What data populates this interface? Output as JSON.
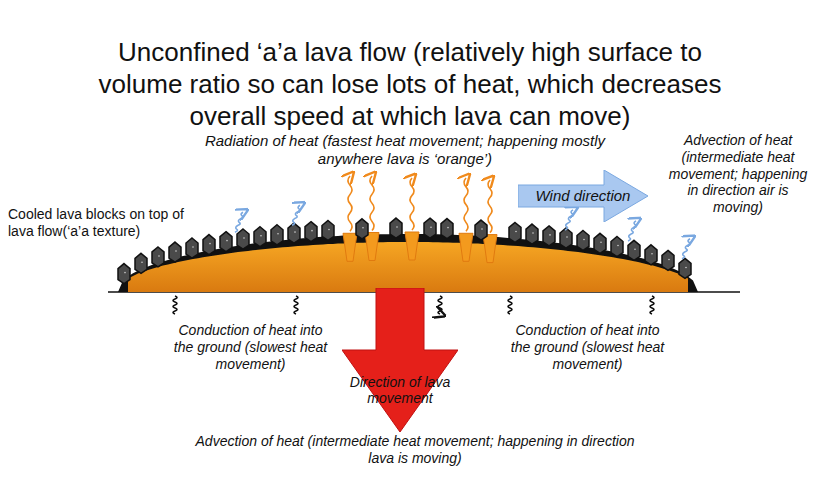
{
  "diagram": {
    "title": "Unconfined ‘a’a lava flow (relatively high surface to volume ratio so can lose lots of heat, which decreases overall speed at which lava can move)",
    "nodes": [
      {
        "text": [
          "Wind direction"
        ]
      },
      {
        "text": [
          "Direction of lava movement"
        ]
      }
    ],
    "labels": [
      "Radiation of heat (fastest heat movement; happening mostly anywhere lava is ‘orange’)",
      "Advection of heat (intermediate heat movement; happening in direction air is moving)",
      "Cooled lava blocks on top of lava flow(‘a’a texture)",
      "Conduction of heat into the ground (slowest heat movement)",
      "Conduction of heat into the ground (slowest heat movement)",
      "Advection of heat (intermediate heat movement; happening in direction lava is moving)"
    ]
  }
}
